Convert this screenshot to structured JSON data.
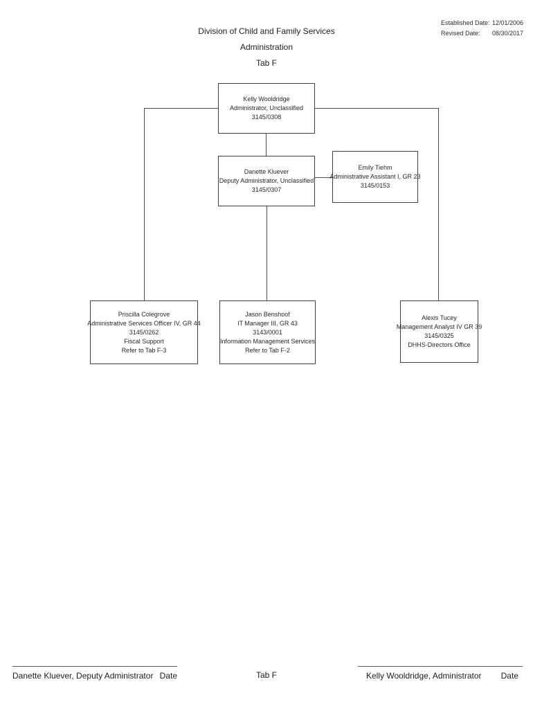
{
  "document": {
    "title_lines": {
      "line1": "Division of Child and Family Services",
      "line2": "Administration",
      "line3": "Tab F"
    },
    "meta": {
      "established_label": "Established Date:",
      "established_value": "12/01/2006",
      "revised_label": "Revised Date:",
      "revised_value": "08/30/2017"
    }
  },
  "org_chart": {
    "nodes": [
      {
        "id": "kelly-wooldridge",
        "lines": [
          "Kelly Wooldridge",
          "Administrator, Unclassified",
          "3145/0308"
        ]
      },
      {
        "id": "danette-kluever",
        "lines": [
          "Danette Kluever",
          "Deputy Administrator, Unclassified",
          "3145/0307"
        ]
      },
      {
        "id": "emily-tiehm",
        "lines": [
          "Emily Tiehm",
          "Administrative Assistant I, GR 23",
          "3145/0153"
        ]
      },
      {
        "id": "priscilla-colegrove",
        "lines": [
          "Priscilla Colegrove",
          "Administrative Services Officer IV, GR 44",
          "3145/0262",
          "Fiscal Support",
          "Refer to Tab F-3"
        ]
      },
      {
        "id": "jason-benshoof",
        "lines": [
          "Jason Benshoof",
          "IT Manager III, GR 43",
          "3143/0001",
          "Information Management Services",
          "Refer to Tab F-2"
        ]
      },
      {
        "id": "alexis-tucey",
        "lines": [
          "Alexis Tucey",
          "Management Analyst IV GR 39",
          "3145/0325",
          "DHHS-Directors Office"
        ]
      }
    ]
  },
  "footer": {
    "left_signature": "Danette Kluever, Deputy Administrator",
    "left_date_label": "Date",
    "center_label": "Tab F",
    "right_signature": "Kelly Wooldridge, Administrator",
    "right_date_label": "Date"
  },
  "colors": {
    "background": "#ffffff",
    "line": "#4a4a4a",
    "text": "#1f1f1f"
  }
}
